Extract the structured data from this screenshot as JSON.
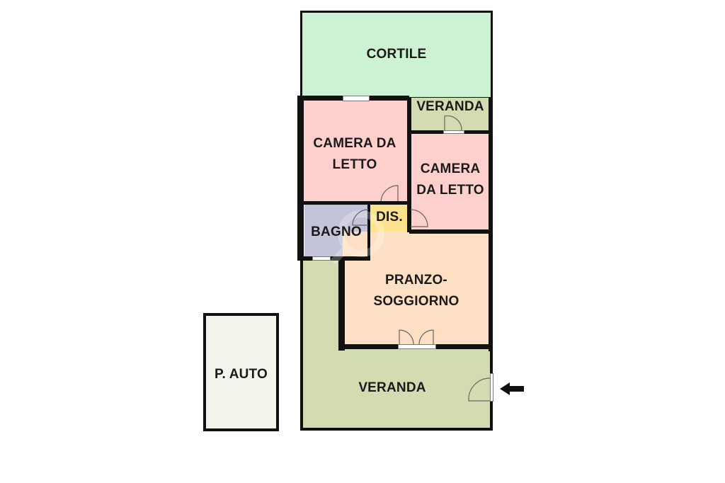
{
  "rooms": {
    "cortile": "CORTILE",
    "veranda_top": "VERANDA",
    "camera_1": "CAMERA DA\nLETTO",
    "camera_2": "CAMERA\nDA LETTO",
    "dis": "DIS.",
    "bagno": "BAGNO",
    "pranzo": "PRANZO-\nSOGGIORNO",
    "veranda_bottom": "VERANDA",
    "p_auto": "P. AUTO"
  },
  "colors": {
    "cortile": "#cdf1d3",
    "veranda": "#d3dbb0",
    "camera": "#fdd0ce",
    "dis": "#fde28e",
    "bagno": "#c3c3d9",
    "pranzo": "#fde0c4",
    "p_auto": "#f4f4ec",
    "wall": "#111111"
  },
  "icons": {
    "entrance": "arrow-left-icon"
  }
}
